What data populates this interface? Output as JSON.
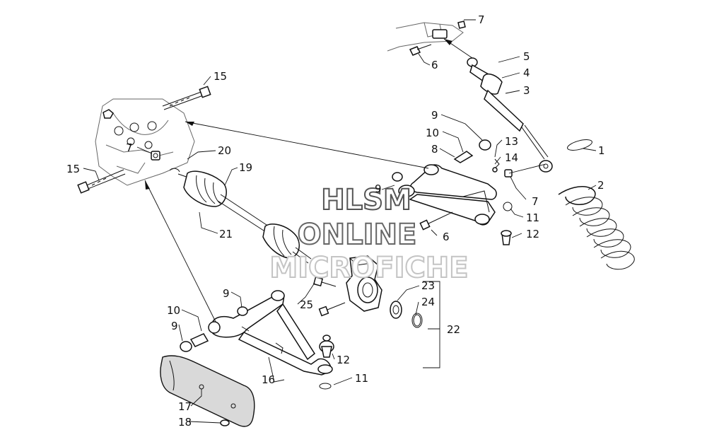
{
  "diagram": {
    "watermark": {
      "line1": "HLSM",
      "line2": "ONLINE",
      "line3": "MICROFICHE"
    },
    "callouts": [
      {
        "id": "1",
        "text": "1"
      },
      {
        "id": "2",
        "text": "2"
      },
      {
        "id": "3",
        "text": "3"
      },
      {
        "id": "4",
        "text": "4"
      },
      {
        "id": "5",
        "text": "5"
      },
      {
        "id": "6a",
        "text": "6"
      },
      {
        "id": "6b",
        "text": "6"
      },
      {
        "id": "7a",
        "text": "7"
      },
      {
        "id": "7b",
        "text": "7"
      },
      {
        "id": "7c",
        "text": "7"
      },
      {
        "id": "8",
        "text": "8"
      },
      {
        "id": "9a",
        "text": "9"
      },
      {
        "id": "9b",
        "text": "9"
      },
      {
        "id": "9c",
        "text": "9"
      },
      {
        "id": "9d",
        "text": "9"
      },
      {
        "id": "10a",
        "text": "10"
      },
      {
        "id": "10b",
        "text": "10"
      },
      {
        "id": "11a",
        "text": "11"
      },
      {
        "id": "11b",
        "text": "11"
      },
      {
        "id": "12a",
        "text": "12"
      },
      {
        "id": "12b",
        "text": "12"
      },
      {
        "id": "13",
        "text": "13"
      },
      {
        "id": "14",
        "text": "14"
      },
      {
        "id": "15a",
        "text": "15"
      },
      {
        "id": "15b",
        "text": "15"
      },
      {
        "id": "16",
        "text": "16"
      },
      {
        "id": "17",
        "text": "17"
      },
      {
        "id": "18",
        "text": "18"
      },
      {
        "id": "19",
        "text": "19"
      },
      {
        "id": "20",
        "text": "20"
      },
      {
        "id": "21",
        "text": "21"
      },
      {
        "id": "22",
        "text": "22"
      },
      {
        "id": "23",
        "text": "23"
      },
      {
        "id": "24",
        "text": "24"
      },
      {
        "id": "25",
        "text": "25"
      }
    ]
  }
}
